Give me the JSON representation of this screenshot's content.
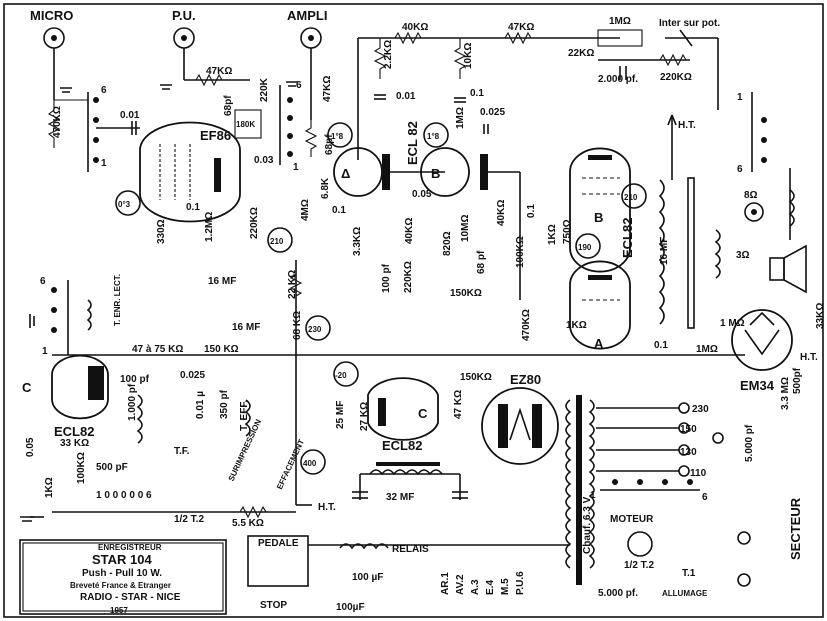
{
  "inputs": {
    "micro": "MICRO",
    "pu": "P.U.",
    "ampli": "AMPLI"
  },
  "tubes": {
    "ef86": "EF86",
    "ecl82_a": "ECL 82",
    "ecl82_b": "ECL82",
    "ecl82_osc": "ECL82",
    "ecl82_mid": "ECL82",
    "ez80": "EZ80",
    "em34": "EM34"
  },
  "tube_marks": {
    "delta": "Δ",
    "b": "B",
    "b2": "B",
    "a2": "A",
    "c": "C",
    "c2": "C"
  },
  "circled": {
    "c03": "0°3",
    "c18a": "1°8",
    "c18b": "1°8",
    "c210a": "210",
    "c210b": "210",
    "c190": "190",
    "c230": "230",
    "c400": "400",
    "c20": "-20"
  },
  "components": {
    "r470k": "470KΩ",
    "c001a": "0.01",
    "r47k_pu": "47KΩ",
    "c68pf": "68pf",
    "r220k": "220K",
    "r180k": "180K",
    "c003": "0.03",
    "r47k_ampli": "47KΩ",
    "r22k": "2.2KΩ",
    "c001b": "0.01",
    "r40k_top": "40KΩ",
    "r10k": "10KΩ",
    "c01a": "0.1",
    "r47k_top": "47KΩ",
    "r1m_top": "1MΩ",
    "r22k_top": "22KΩ",
    "c2000": "2.000 pf.",
    "r220k_top": "220KΩ",
    "inter": "Inter sur pot.",
    "ht1": "H.T.",
    "c0025a": "0.025",
    "r1m_b": "1MΩ",
    "c68pf_b": "68pf",
    "r330": "330Ω",
    "c01b": "0.1",
    "r12m": "1.2MΩ",
    "r220k_b": "220KΩ",
    "r4m": "4MΩ",
    "r6k8": "6.8K",
    "c01c": "0.1",
    "r33k": "3.3KΩ",
    "r40k_b": "40KΩ",
    "c005": "0.05",
    "r820": "820Ω",
    "r10m": "10MΩ",
    "c68pf_c": "68 pf",
    "r40k_c": "40KΩ",
    "r100k": "100KΩ",
    "c01d": "0.1",
    "r150k": "150KΩ",
    "c100pf": "100 pf",
    "r220k_c": "220KΩ",
    "r1k": "1KΩ",
    "r750": "750Ω",
    "c16mf": "16 MF",
    "r8": "8Ω",
    "r3": "3Ω",
    "c16mf_b": "16 MF",
    "c16mf_c": "16 MF",
    "r22k_b": "22 KΩ",
    "r68k": "68 KΩ",
    "r470k_b": "470KΩ",
    "r1k_b": "1KΩ",
    "c01e": "0.1",
    "r1m_c": "1MΩ",
    "r1m_d": "1 MΩ",
    "r33k_b": "33KΩ",
    "ht2": "H.T.",
    "tenr": "T. ENR. LECT.",
    "r47_75": "47 à 75 KΩ",
    "r150k_b": "150 KΩ",
    "c100pf_b": "100 pf",
    "c1000pf": "1.000 pf",
    "c0025b": "0.025",
    "c001c": "0.01 µ",
    "c350pf": "350 pf",
    "tf": "T.F.",
    "teff": "T. EFF.",
    "r33k_c": "33 KΩ",
    "c500pf": "500 pF",
    "c005b": "0.05",
    "r1k_c": "1KΩ",
    "r100k_b": "100KΩ",
    "surimp": "SURIMPRESSION",
    "effac": "EFFACEMENT",
    "c25mf": "25 MF",
    "r27k": "27 KΩ",
    "r150k_c": "150KΩ",
    "r47k_c": "47 KΩ",
    "c32mf": "32 MF",
    "ht3": "H.T.",
    "r55k": "5.5 KΩ",
    "t2": "1/2 T.2",
    "c500pf_b": "500pf",
    "r33m": "3.3 MΩ",
    "v230": "230",
    "v150": "150",
    "v130": "130",
    "v110": "110",
    "c5000": "5.000 pf",
    "moteur": "MOTEUR",
    "t2b": "1/2 T.2",
    "t1": "T.1",
    "allumage": "ALLUMAGE",
    "secteur": "SECTEUR",
    "chauf": "Chauf. 6.3 V",
    "c5000b": "5.000 pf.",
    "pedale": "PEDALE",
    "stop": "STOP",
    "relais": "RELAIS",
    "c100uf": "100 µF",
    "c100uf_b": "100µF",
    "sw6a": "6",
    "sw1a": "1",
    "sw6b": "6",
    "sw1b": "1",
    "sw6c": "6",
    "sw1c": "1",
    "sw6d": "6",
    "sw1d": "1",
    "sw6e": "6",
    "sw1e": "1",
    "sw_dots": "1 0 0 0 0 0 6"
  },
  "selector_labels": [
    "AR.1",
    "AV.2",
    "A.3",
    "E.4",
    "M.5",
    "P.U.6"
  ],
  "title_block": {
    "line1": "ENREGISTREUR",
    "line2": "STAR 104",
    "line3": "Push - Pull  10 W.",
    "line4": "Breveté France & Etranger",
    "line5": "RADIO - STAR - NICE",
    "year": "1957"
  },
  "colors": {
    "ink": "#111111",
    "paper": "#ffffff"
  }
}
